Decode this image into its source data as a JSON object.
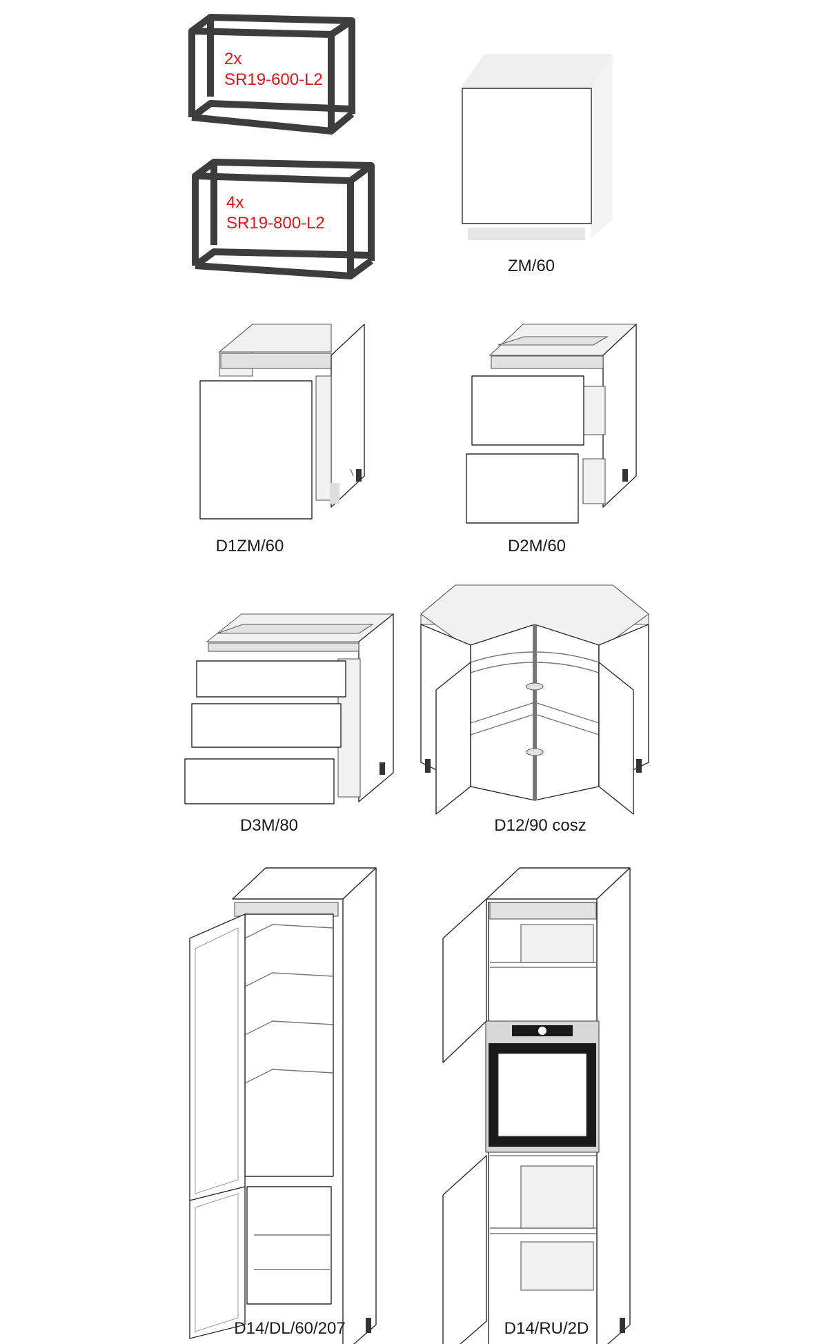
{
  "frames": [
    {
      "qty": "2x",
      "code": "SR19-600-L2"
    },
    {
      "qty": "4x",
      "code": "SR19-800-L2"
    }
  ],
  "units": [
    {
      "label": "ZM/60",
      "kind": "cabinet-door"
    },
    {
      "label": "D1ZM/60",
      "kind": "cabinet-open-door"
    },
    {
      "label": "D2M/60",
      "kind": "cabinet-2-drawers"
    },
    {
      "label": "D3M/80",
      "kind": "cabinet-3-drawers"
    },
    {
      "label": "D12/90 cosz",
      "kind": "corner-cabinet-carousel"
    },
    {
      "label": "D14/DL/60/207",
      "kind": "tall-cabinet-fridge"
    },
    {
      "label": "D14/RU/2D",
      "kind": "tall-cabinet-oven"
    }
  ],
  "colors": {
    "frame": "#3d3d3d",
    "annotation": "#e3151b",
    "label": "#1a1a1a"
  }
}
